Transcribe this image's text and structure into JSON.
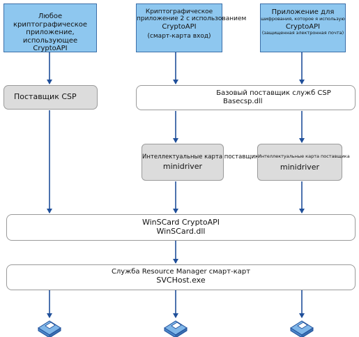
{
  "apps": [
    {
      "line1": "Любое криптографическое",
      "line2": "приложение, использующее",
      "line3": "CryptoAPI"
    },
    {
      "line1": "Криптографическое",
      "line2": "приложение 2 с использованием",
      "line3": "CryptoAPI",
      "line4": "(смарт-карта вход)"
    },
    {
      "line1": "Приложение для",
      "line2": "шифрования, которое я использую",
      "line3": "CryptoAPI",
      "line4": "(защищенная электронная почта)"
    }
  ],
  "csp": {
    "label": "Поставщик CSP"
  },
  "basecsp": {
    "line1": "Базовый поставщик служб CSP",
    "line2": "Basecsp.dll"
  },
  "minidrivers": [
    {
      "line1": "Интеллектуальные карта поставщика",
      "line2": "minidriver"
    },
    {
      "line1": "Интеллектуальные карта поставщика",
      "line2": "minidriver"
    }
  ],
  "winscard": {
    "line1": "WinSCard CryptoAPI",
    "line2": "WinSCard.dll"
  },
  "service": {
    "line1": "Служба Resource Manager смарт-карт",
    "line2": "SVCHost.exe"
  },
  "devices": [
    {
      "icon": "smart-card-reader-icon"
    },
    {
      "icon": "smart-card-reader-icon"
    },
    {
      "icon": "smart-card-reader-icon"
    }
  ]
}
